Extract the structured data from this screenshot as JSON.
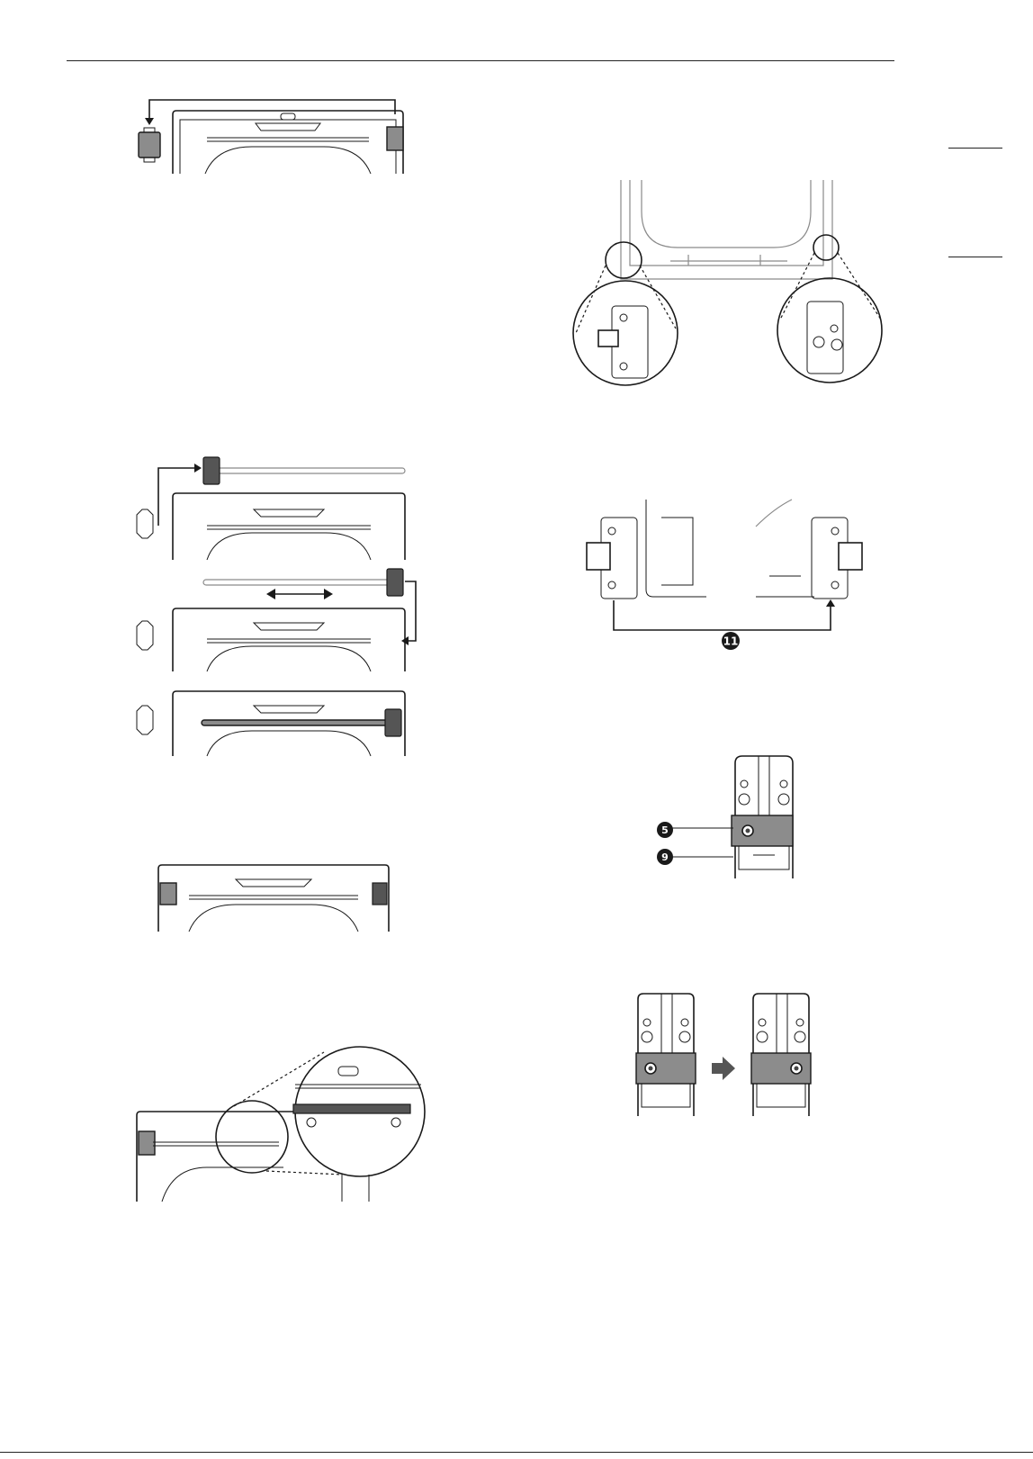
{
  "callouts": {
    "step_11": "11",
    "part_5": "5",
    "part_9": "9"
  },
  "icons": {
    "move_arrow": "arrow-right-icon",
    "double_arrow": "double-arrow-icon"
  },
  "colors": {
    "line": "#1a1a1a",
    "part_fill": "#8c8c8c",
    "dark_part": "#555555",
    "light_line": "#8a8a8a"
  }
}
